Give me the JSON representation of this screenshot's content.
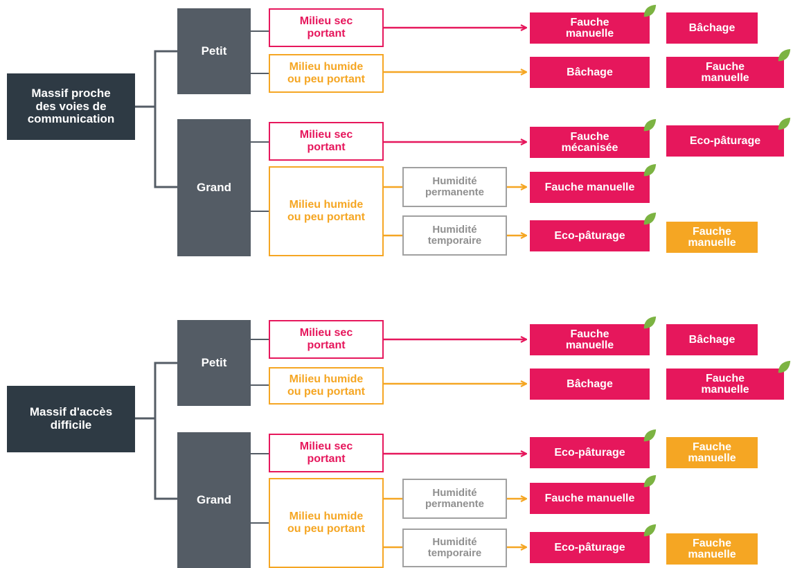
{
  "colors": {
    "root_bg": "#2e3a44",
    "size_bg": "#545c65",
    "dry_accent": "#e6175c",
    "wet_accent": "#f5a623",
    "humidity_border": "#a0a0a0",
    "eco_leaf": "#7cb342"
  },
  "icons": {
    "eco_marker": "leaf-icon"
  },
  "sections": [
    {
      "root": "Massif proche\ndes voies de\ncommunication",
      "petit": {
        "label": "Petit",
        "sec": {
          "label": "Milieu sec\nportant",
          "actions": [
            {
              "label": "Fauche\nmanuelle",
              "style": "primary",
              "leaf": true
            },
            {
              "label": "Bâchage",
              "style": "primary",
              "leaf": false
            }
          ]
        },
        "humide": {
          "label": "Milieu humide\nou peu portant",
          "actions": [
            {
              "label": "Bâchage",
              "style": "primary",
              "leaf": false
            },
            {
              "label": "Fauche\nmanuelle",
              "style": "primary",
              "leaf": true
            }
          ]
        }
      },
      "grand": {
        "label": "Grand",
        "sec": {
          "label": "Milieu sec\nportant",
          "actions": [
            {
              "label": "Fauche\nmécanisée",
              "style": "primary",
              "leaf": true
            },
            {
              "label": "Eco-pâturage",
              "style": "primary",
              "leaf": true
            }
          ]
        },
        "humide": {
          "label": "Milieu humide\nou peu portant",
          "permanente": {
            "label": "Humidité\npermanente",
            "actions": [
              {
                "label": "Fauche manuelle",
                "style": "primary",
                "leaf": true
              }
            ]
          },
          "temporaire": {
            "label": "Humidité\ntemporaire",
            "actions": [
              {
                "label": "Eco-pâturage",
                "style": "primary",
                "leaf": true
              },
              {
                "label": "Fauche\nmanuelle",
                "style": "secondary",
                "leaf": false
              }
            ]
          }
        }
      }
    },
    {
      "root": "Massif d'accès\ndifficile",
      "petit": {
        "label": "Petit",
        "sec": {
          "label": "Milieu sec\nportant",
          "actions": [
            {
              "label": "Fauche\nmanuelle",
              "style": "primary",
              "leaf": true
            },
            {
              "label": "Bâchage",
              "style": "primary",
              "leaf": false
            }
          ]
        },
        "humide": {
          "label": "Milieu humide\nou peu portant",
          "actions": [
            {
              "label": "Bâchage",
              "style": "primary",
              "leaf": false
            },
            {
              "label": "Fauche\nmanuelle",
              "style": "primary",
              "leaf": true
            }
          ]
        }
      },
      "grand": {
        "label": "Grand",
        "sec": {
          "label": "Milieu sec\nportant",
          "actions": [
            {
              "label": "Eco-pâturage",
              "style": "primary",
              "leaf": true
            },
            {
              "label": "Fauche\nmanuelle",
              "style": "secondary",
              "leaf": false
            }
          ]
        },
        "humide": {
          "label": "Milieu humide\nou peu portant",
          "permanente": {
            "label": "Humidité\npermanente",
            "actions": [
              {
                "label": "Fauche manuelle",
                "style": "primary",
                "leaf": true
              }
            ]
          },
          "temporaire": {
            "label": "Humidité\ntemporaire",
            "actions": [
              {
                "label": "Eco-pâturage",
                "style": "primary",
                "leaf": true
              },
              {
                "label": "Fauche\nmanuelle",
                "style": "secondary",
                "leaf": false
              }
            ]
          }
        }
      }
    }
  ]
}
